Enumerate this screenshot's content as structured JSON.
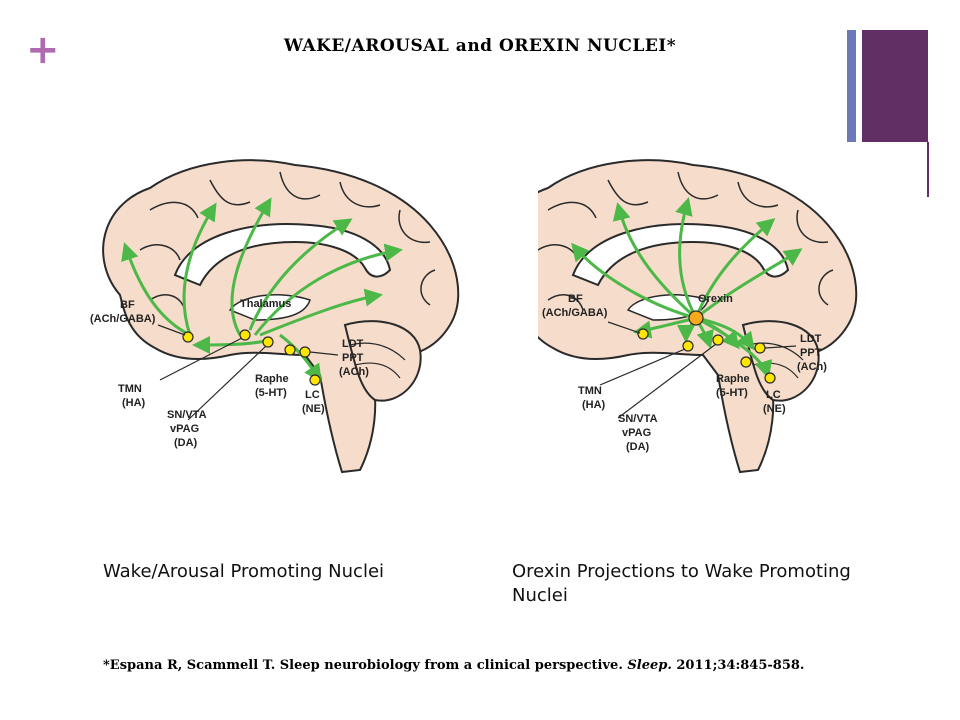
{
  "slide": {
    "plus_glyph": "+",
    "title": "WAKE/AROUSAL and OREXIN NUCLEI*"
  },
  "diagram_left": {
    "labels": {
      "thalamus": "Thalamus",
      "bf": "BF",
      "bf_sub": "(ACh/GABA)",
      "tmn": "TMN",
      "tmn_sub": "(HA)",
      "snvta": "SN/VTA",
      "vpag": "vPAG",
      "snvta_sub": "(DA)",
      "raphe": "Raphe",
      "raphe_sub": "(5-HT)",
      "lc": "LC",
      "lc_sub": "(NE)",
      "ldt": "LDT",
      "ppt": "PPT",
      "ldt_sub": "(ACh)"
    }
  },
  "diagram_right": {
    "labels": {
      "orexin": "Orexin",
      "bf": "BF",
      "bf_sub": "(ACh/GABA)",
      "tmn": "TMN",
      "tmn_sub": "(HA)",
      "snvta": "SN/VTA",
      "vpag": "vPAG",
      "snvta_sub": "(DA)",
      "raphe": "Raphe",
      "raphe_sub": "(5-HT)",
      "lc": "LC",
      "lc_sub": "(NE)",
      "ldt": "LDT",
      "ppt": "PPT",
      "ldt_sub": "(ACh)"
    }
  },
  "captions": {
    "left": "Wake/Arousal Promoting Nuclei",
    "right": "Orexin Projections to Wake Promoting Nuclei"
  },
  "citation": {
    "before": "*Espana R, Scammell T. Sleep neurobiology from a clinical perspective. ",
    "journal": "Sleep.",
    "after": " 2011;34:845-858."
  },
  "colors": {
    "brain_fill": "#f5dccb",
    "outline": "#2a2a2a",
    "pathway": "#4cb848",
    "nucleus": "#ffe600",
    "orexin_nucleus": "#f7a81b",
    "accent_purple": "#622f64",
    "accent_blue": "#6c78b8"
  }
}
